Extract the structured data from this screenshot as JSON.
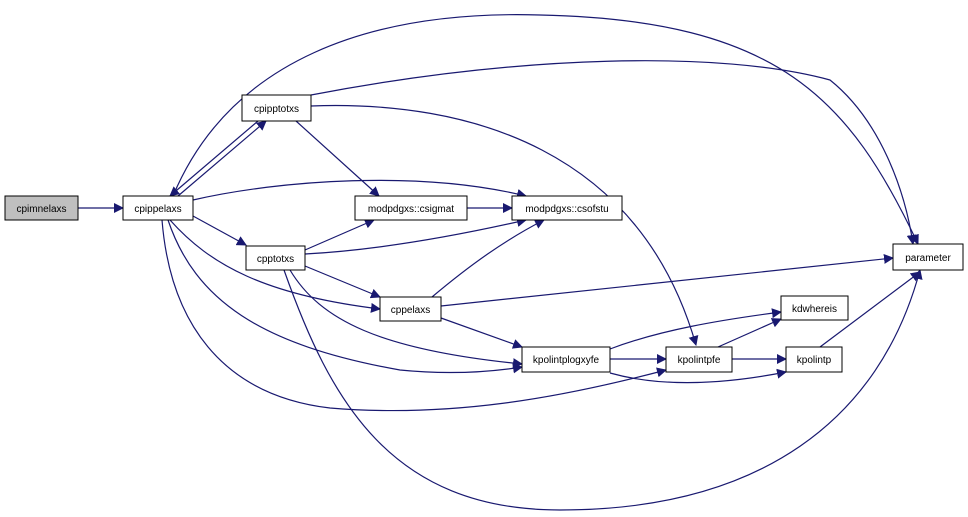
{
  "colors": {
    "edge": "#191970",
    "node_fill": "#ffffff",
    "root_fill": "#bfbfbf",
    "node_border": "#000000"
  },
  "nodes": {
    "cpimnelaxs": "cpimnelaxs",
    "cpippelaxs": "cpippelaxs",
    "cpipptotxs": "cpipptotxs",
    "cpptotxs": "cpptotxs",
    "csigmat": "modpdgxs::csigmat",
    "csofstu": "modpdgxs::csofstu",
    "cppelaxs": "cppelaxs",
    "kpolintplogxyfe": "kpolintplogxyfe",
    "kpolintpfe": "kpolintpfe",
    "kdwhereis": "kdwhereis",
    "kpolintp": "kpolintp",
    "parameter": "parameter"
  }
}
